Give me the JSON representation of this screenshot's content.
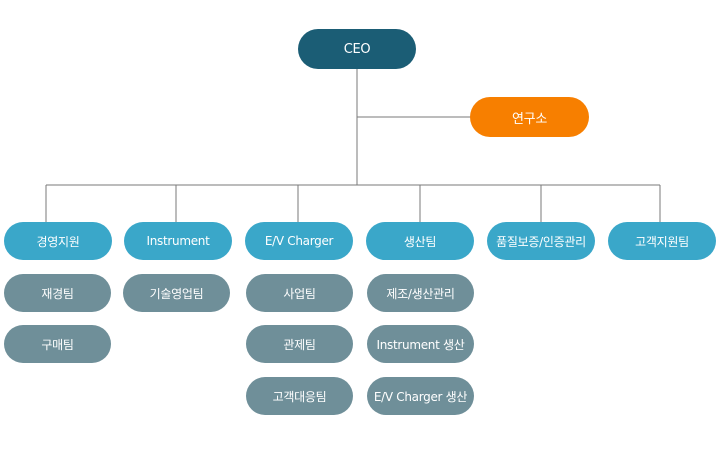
{
  "colors": {
    "ceo": "#1b5d75",
    "lab": "#f77f00",
    "department": "#3aa7c9",
    "team": "#6f8f99",
    "connector": "#7a7a7a"
  },
  "ceo": {
    "label": "CEO"
  },
  "lab": {
    "label": "연구소"
  },
  "departments": [
    {
      "label": "경영지원",
      "teams": [
        "재경팀",
        "구매팀"
      ]
    },
    {
      "label": "Instrument",
      "teams": [
        "기술영업팀"
      ]
    },
    {
      "label": "E/V Charger",
      "teams": [
        "사업팀",
        "관제팀",
        "고객대응팀"
      ]
    },
    {
      "label": "생산팀",
      "teams": [
        "제조/생산관리",
        "Instrument 생산",
        "E/V Charger 생산"
      ]
    },
    {
      "label": "품질보증/인증관리",
      "teams": []
    },
    {
      "label": "고객지원팀",
      "teams": []
    }
  ]
}
